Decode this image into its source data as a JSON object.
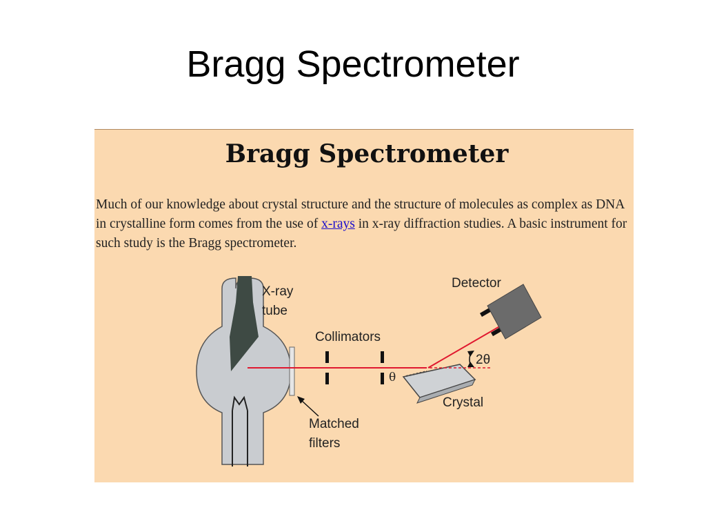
{
  "slide": {
    "title": "Bragg Spectrometer"
  },
  "panel": {
    "heading": "Bragg Spectrometer",
    "paragraph_before_link": "Much of our knowledge about crystal structure and the structure of molecules as complex as DNA in crystalline form comes from the use of ",
    "link_text": "x-rays",
    "paragraph_after_link": " in x-ray diffraction studies. A basic instrument for such study is the Bragg spectrometer."
  },
  "diagram": {
    "labels": {
      "xray_line1": "X-ray",
      "xray_line2": "tube",
      "detector": "Detector",
      "collimators": "Collimators",
      "two_theta": "2θ",
      "theta": "θ",
      "crystal": "Crystal",
      "filters_line1": "Matched",
      "filters_line2": "filters"
    },
    "colors": {
      "beam": "#e0182f",
      "tube_body": "#c9ccd0",
      "anode": "#3e4a44",
      "detector": "#6b6b6b",
      "panel_bg": "#fbd9b0"
    }
  }
}
